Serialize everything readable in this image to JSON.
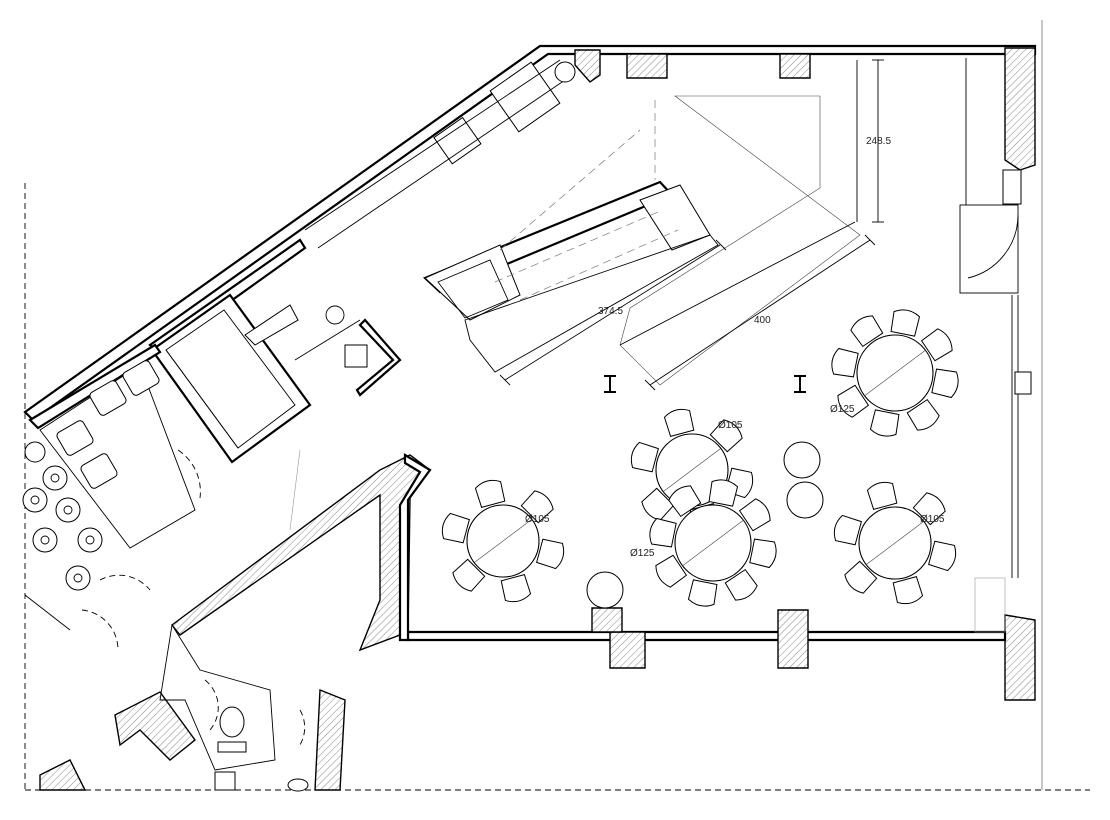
{
  "dimensions": {
    "bar_depth": "248.5",
    "bar_length_inner": "374.5",
    "bar_length_outer": "400"
  },
  "tables": [
    {
      "id": "t1",
      "diameter": "Ø125",
      "chairs": 8
    },
    {
      "id": "t2",
      "diameter": "Ø105",
      "chairs": 6
    },
    {
      "id": "t3",
      "diameter": "Ø125",
      "chairs": 8
    },
    {
      "id": "t4",
      "diameter": "Ø105",
      "chairs": 6
    },
    {
      "id": "t5",
      "diameter": "Ø105",
      "chairs": 6
    }
  ],
  "colors": {
    "line": "#000000",
    "hatch": "#888888",
    "background": "#ffffff"
  }
}
